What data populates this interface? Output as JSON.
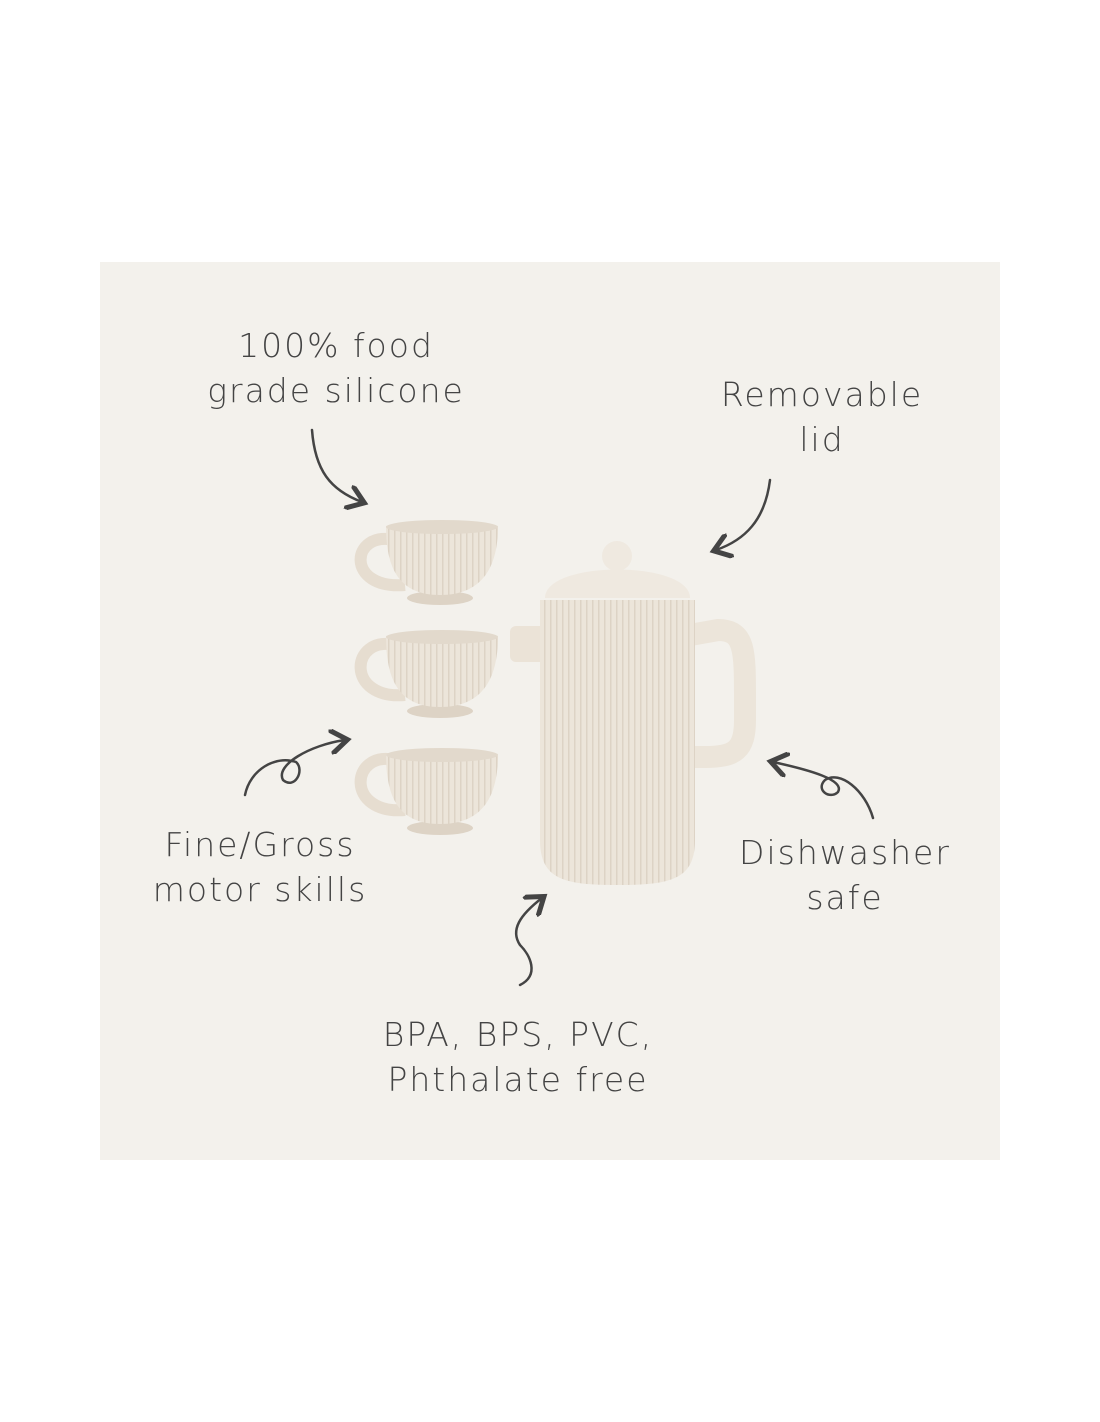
{
  "callouts": {
    "silicone": {
      "line1": "100% food",
      "line2": "grade silicone"
    },
    "lid": {
      "line1": "Removable",
      "line2": "lid"
    },
    "motor": {
      "line1": "Fine/Gross",
      "line2": "motor skills"
    },
    "dishwasher": {
      "line1": "Dishwasher",
      "line2": "safe"
    },
    "free": {
      "line1": "BPA, BPS, PVC,",
      "line2": "Phthalate free"
    }
  },
  "colors": {
    "panel": "#f3f1ec",
    "text": "#444444",
    "product": "#ebe3d7"
  }
}
